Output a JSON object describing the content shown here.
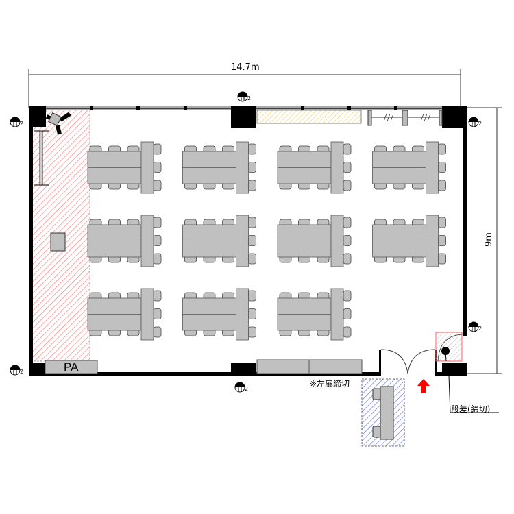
{
  "dimensions": {
    "width_label": "14.7m",
    "height_label": "9m"
  },
  "labels": {
    "pa": "PA",
    "left_door_note": "※左扉締切",
    "step_note": "段差(締切)",
    "outlet_count": "2"
  },
  "layout": {
    "table_rows": [
      4,
      4,
      3
    ],
    "seats_per_cluster": 9
  },
  "colors": {
    "wall": "#000000",
    "furniture": "#c0c0c0",
    "stage_hatch": "#ff8080",
    "storage_hatch": "#f0d060",
    "reception_hatch": "#6070e0",
    "entrance_arrow": "#ff0000"
  },
  "icons": [
    "outlet-icon",
    "entrance-arrow-icon",
    "projector-icon",
    "door-swing-icon"
  ]
}
